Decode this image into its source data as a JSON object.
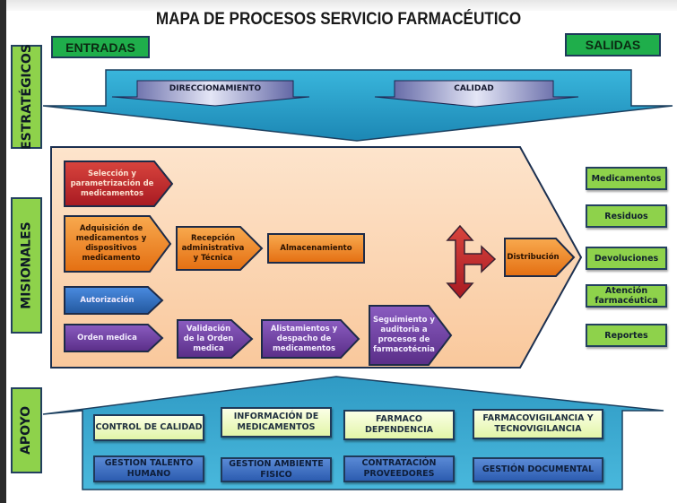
{
  "title": "MAPA DE PROCESOS SERVICIO FARMACÉUTICO",
  "labels": {
    "entradas": "ENTRADAS",
    "salidas": "SALIDAS"
  },
  "categories": {
    "estrategicos": "ESTRATÉGICOS",
    "misionales": "MISIONALES",
    "apoyo": "APOYO"
  },
  "strategic": [
    {
      "label": "DIRECCIONAMIENTO"
    },
    {
      "label": "CALIDAD"
    }
  ],
  "missional": {
    "seleccion": "Selección y parametrización de medicamentos",
    "adquisicion": "Adquisición de medicamentos y dispositivos medicamento",
    "recepcion": "Recepción administrativa y Técnica",
    "almacenamiento": "Almacenamiento",
    "autorizacion": "Autorización",
    "orden": "Orden medica",
    "validacion": "Validación de la Orden medica",
    "alistamiento": "Alistamientos y despacho de medicamentos",
    "seguimiento": "Seguimiento y auditoria a procesos de farmacotécnia",
    "distribucion": "Distribución"
  },
  "outputs": [
    {
      "label": "Medicamentos"
    },
    {
      "label": "Residuos"
    },
    {
      "label": "Devoluciones"
    },
    {
      "label": "Atención farmacéutica"
    },
    {
      "label": "Reportes"
    }
  ],
  "support": {
    "row1": [
      {
        "label": "CONTROL DE CALIDAD"
      },
      {
        "label": "INFORMACIÓN DE MEDICAMENTOS"
      },
      {
        "label": "FARMACO DEPENDENCIA"
      },
      {
        "label": "FARMACOVIGILANCIA Y TECNOVIGILANCIA"
      }
    ],
    "row2": [
      {
        "label": "GESTION TALENTO HUMANO"
      },
      {
        "label": "GESTION AMBIENTE FISICO"
      },
      {
        "label": "CONTRATACIÓN PROVEEDORES"
      },
      {
        "label": "GESTIÓN DOCUMENTAL"
      }
    ]
  },
  "colors": {
    "green_label": "#1fae4b",
    "side_label": "#8ed24b",
    "strategic_blue": "#2aa7d0",
    "missional_bg": "#fcd9b8",
    "orange": "#f0882a",
    "red": "#c0242c",
    "purple": "#6a3d9a",
    "blue": "#2e6bbf"
  }
}
